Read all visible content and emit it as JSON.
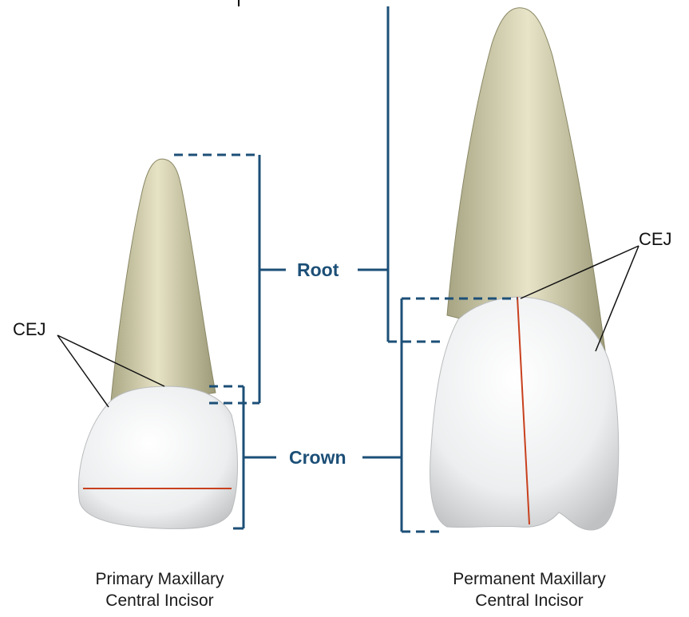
{
  "labels": {
    "root": "Root",
    "crown": "Crown",
    "cej_primary": "CEJ",
    "cej_permanent": "CEJ"
  },
  "captions": {
    "primary": {
      "line1": "Primary Maxillary",
      "line2": "Central Incisor"
    },
    "permanent": {
      "line1": "Permanent Maxillary",
      "line2": "Central Incisor"
    }
  },
  "colors": {
    "bracket": "#1c4f77",
    "measure_line": "#c8401e",
    "root_fill": "#d9d5b4",
    "crown_fill": "#f2f3f4"
  }
}
